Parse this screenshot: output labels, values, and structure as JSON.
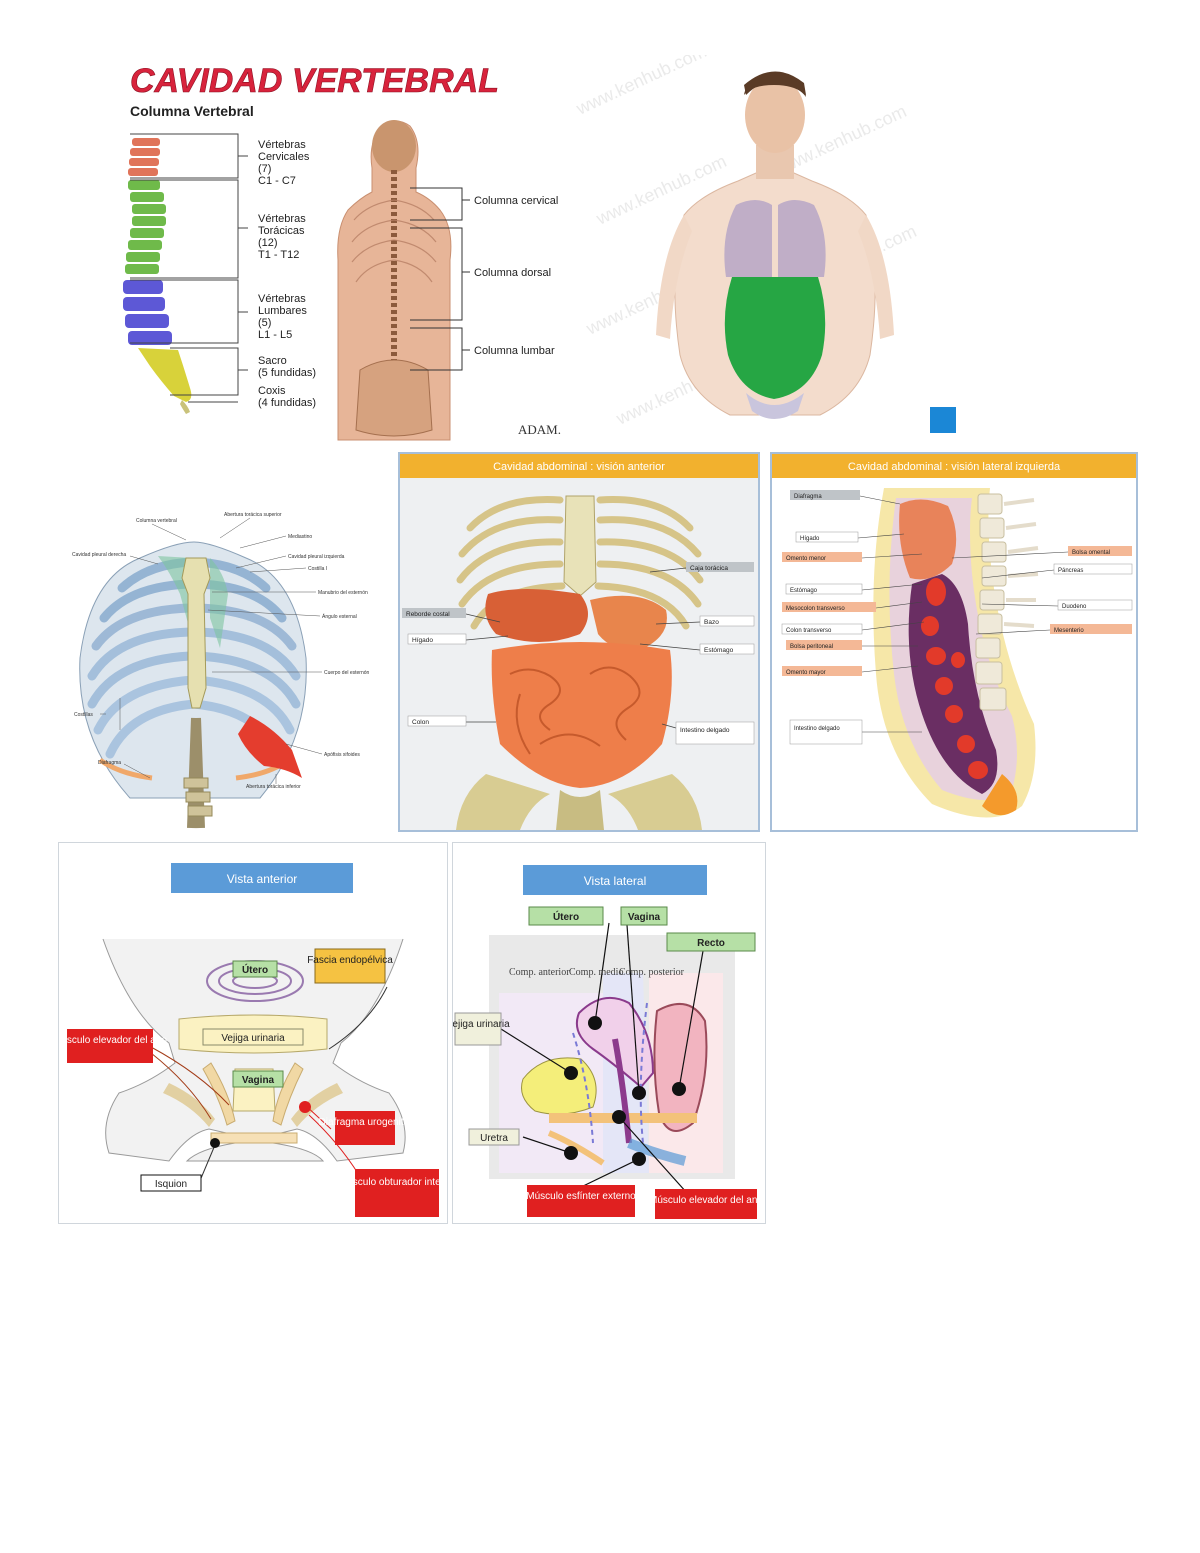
{
  "vertebral": {
    "title": "CAVIDAD VERTEBRAL",
    "subtitle": "Columna Vertebral",
    "regions": [
      {
        "name": "Vértebras",
        "kind": "Cervicales",
        "count": "(7)",
        "range": "C1 - C7",
        "color": "#e0745a"
      },
      {
        "name": "Vértebras",
        "kind": "Torácicas",
        "count": "(12)",
        "range": "T1 - T12",
        "color": "#6fba4a"
      },
      {
        "name": "Vértebras",
        "kind": "Lumbares",
        "count": "(5)",
        "range": "L1 - L5",
        "color": "#5d58d6"
      },
      {
        "name": "Sacro",
        "kind": "(5 fundidas)",
        "count": "",
        "range": "",
        "color": "#d8d23a"
      },
      {
        "name": "Coxis",
        "kind": "(4 fundidas)",
        "count": "",
        "range": "",
        "color": "#c9c27a"
      }
    ],
    "back_labels": [
      "Columna cervical",
      "Columna dorsal",
      "Columna lumbar"
    ],
    "credit": "ADAM."
  },
  "torso": {
    "watermark": "www.kenhub.com"
  },
  "thorax": {
    "labels_left": [
      "Columna vertebral",
      "Cavidad pleural derecha",
      "Costillas",
      "Diafragma"
    ],
    "labels_right": [
      "Abertura torácica superior",
      "Mediastino",
      "Cavidad pleural izquierda",
      "Costilla I",
      "Manubrio del esternón",
      "Ángulo esternal",
      "Cuerpo del esternón",
      "Apófisis xifoides",
      "Abertura torácica inferior"
    ]
  },
  "abd_front": {
    "header": "Cavidad abdominal : visión anterior",
    "labels_left": [
      "Reborde costal",
      "Hígado",
      "Colon"
    ],
    "labels_right": [
      "Caja torácica",
      "Bazo",
      "Estómago",
      "Intestino delgado"
    ]
  },
  "abd_lateral": {
    "header": "Cavidad abdominal : visión lateral izquierda",
    "labels_left": [
      "Diafragma",
      "Hígado",
      "Omento menor",
      "Estómago",
      "Mesocolon transverso",
      "Colon transverso",
      "Bolsa peritoneal",
      "Omento mayor",
      "Intestino delgado"
    ],
    "labels_right": [
      "Bolsa omental",
      "Páncreas",
      "Duodeno",
      "Mesenterio"
    ]
  },
  "pelvis_front": {
    "header": "Vista anterior",
    "labels": {
      "utero": "Útero",
      "fascia": "Fascia endopélvica",
      "musculo_elevador": "Músculo elevador del ano",
      "vejiga": "Vejiga urinaria",
      "vagina": "Vagina",
      "diafragma": "Diafragma urogenital",
      "isquion": "Isquion",
      "obturador": "Músculo obturador interno"
    }
  },
  "pelvis_lateral": {
    "header": "Vista lateral",
    "labels": {
      "utero": "Útero",
      "vagina": "Vagina",
      "recto": "Recto",
      "vejiga": "Vejiga urinaria",
      "uretra": "Uretra",
      "esfinter": "Músculo esfínter externo",
      "elevador": "Músculo elevador del ano",
      "comp_anterior": "Comp. anterior",
      "comp_medio": "Comp. medio",
      "comp_posterior": "Comp. posterior"
    }
  }
}
